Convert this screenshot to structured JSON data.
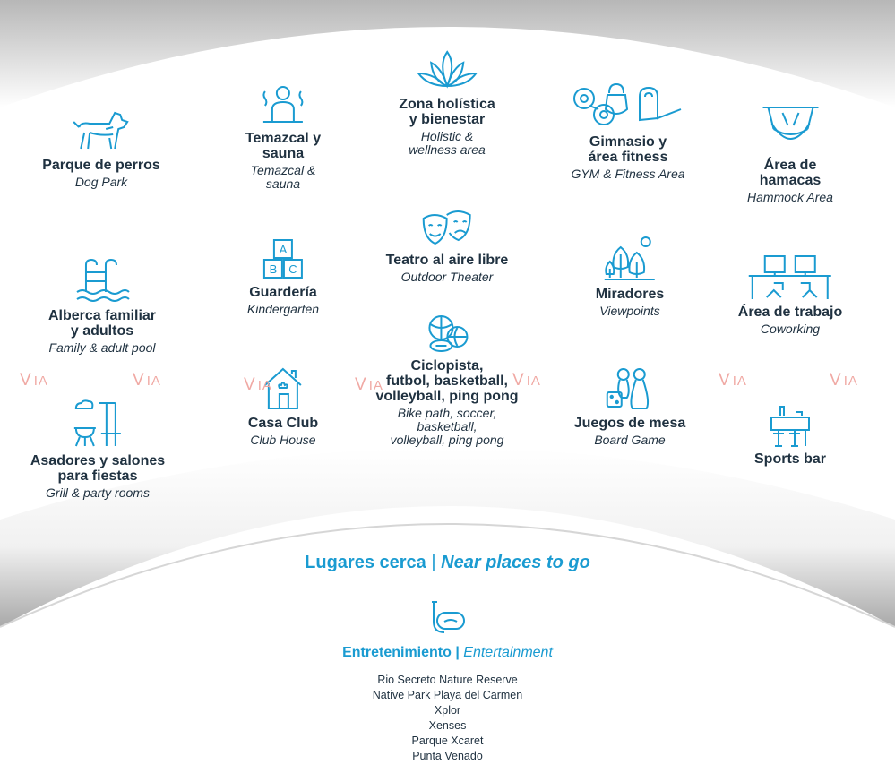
{
  "amenities": [
    {
      "es": "Parque de perros",
      "en": "Dog Park",
      "icon": "dog-icon"
    },
    {
      "es": "Temazcal y\nsauna",
      "en": "Temazcal &\nsauna",
      "icon": "sauna-icon"
    },
    {
      "es": "Zona holística\ny bienestar",
      "en": "Holistic &\nwellness area",
      "icon": "lotus-icon"
    },
    {
      "es": "Gimnasio y\nárea fitness",
      "en": "GYM & Fitness Area",
      "icon": "dumbbell-icon"
    },
    {
      "es": "Área de hamacas",
      "en": "Hammock Area",
      "icon": "hammock-icon"
    },
    {
      "es": "Teatro al aire libre",
      "en": "Outdoor Theater",
      "icon": "theater-masks-icon"
    },
    {
      "es": "Guardería",
      "en": "Kindergarten",
      "icon": "abc-blocks-icon"
    },
    {
      "es": "Miradores",
      "en": "Viewpoints",
      "icon": "trees-icon"
    },
    {
      "es": "Alberca familiar\ny adultos",
      "en": "Family & adult pool",
      "icon": "pool-icon"
    },
    {
      "es": "Área de trabajo",
      "en": "Coworking",
      "icon": "desk-icon"
    },
    {
      "es": "Ciclopista,\nfutbol, basketball,\nvolleyball, ping pong",
      "en": "Bike path, soccer,\nbasketball,\nvolleyball, ping pong",
      "icon": "sports-balls-icon"
    },
    {
      "es": "Casa Club",
      "en": "Club House",
      "icon": "club-house-icon"
    },
    {
      "es": "Juegos de mesa",
      "en": "Board Game",
      "icon": "board-game-icon"
    },
    {
      "es": "Asadores y salones\npara fiestas",
      "en": "Grill & party rooms",
      "icon": "grill-icon"
    },
    {
      "es": "Sports bar",
      "en": "",
      "icon": "sports-bar-icon"
    }
  ],
  "watermark": {
    "v": "V",
    "text": "IA"
  },
  "near": {
    "es": "Lugares cerca",
    "sep": "|",
    "en": "Near places to go"
  },
  "entertainment": {
    "es": "Entretenimiento",
    "sep": "|",
    "en": "Entertainment",
    "icon": "snorkel-mask-icon"
  },
  "places": [
    "Rio Secreto Nature Reserve",
    "Native Park Playa del Carmen",
    "Xplor",
    "Xenses",
    "Parque Xcaret",
    "Punta Venado"
  ],
  "colors": {
    "accent": "#1a9bd1",
    "text": "#1f3140",
    "watermark": "#f0a9a4"
  }
}
